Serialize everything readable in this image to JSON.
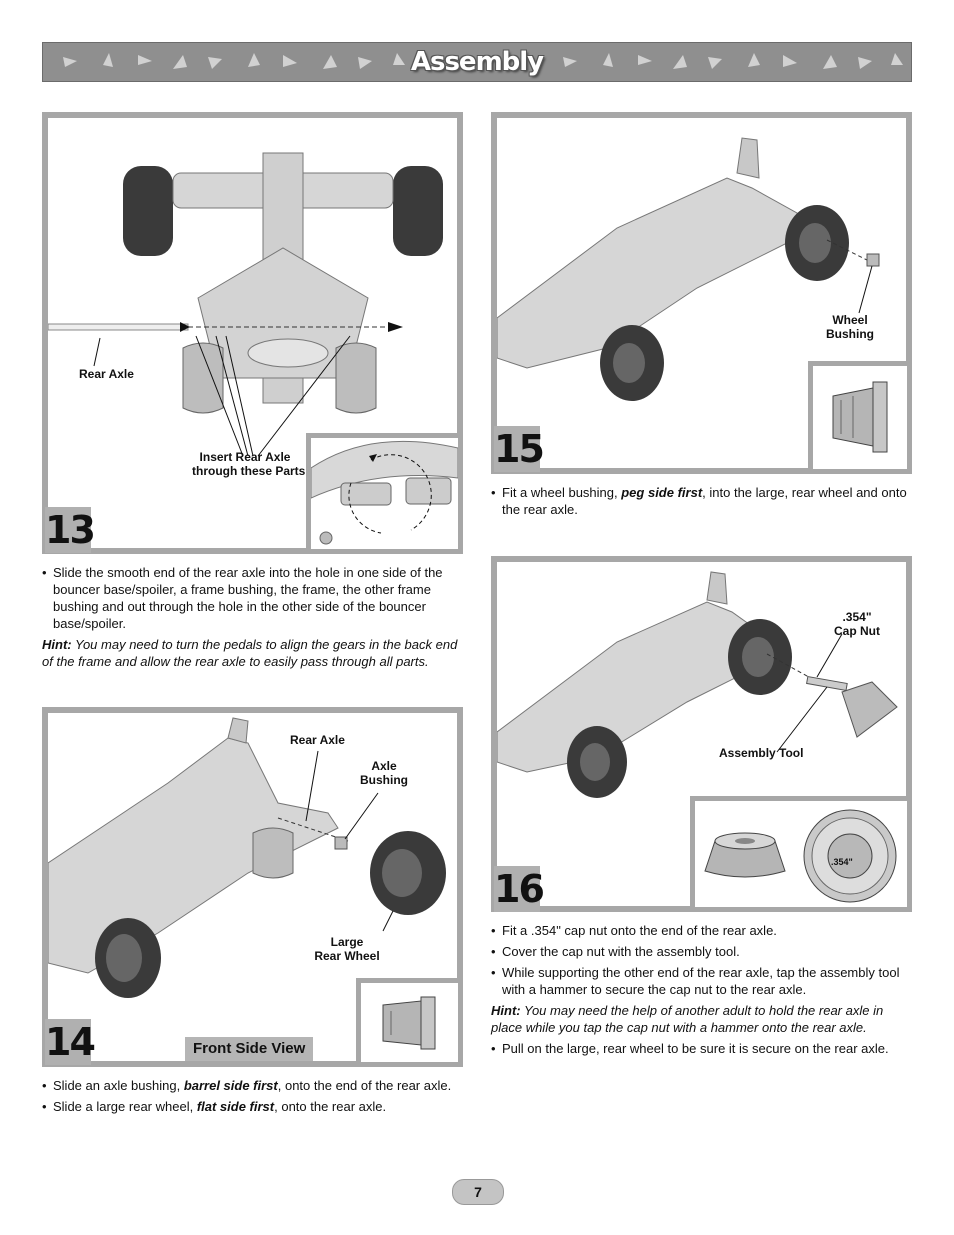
{
  "header": {
    "title": "Assembly"
  },
  "step13": {
    "number": "13",
    "labels": {
      "rear_axle": "Rear Axle",
      "insert_1": "Insert Rear Axle",
      "insert_2": "through these Parts"
    },
    "bullets": [
      "Slide the smooth end of the rear axle into the hole in one side of the bouncer base/spoiler, a frame bushing, the frame, the other frame bushing and out through the hole in the other side of the bouncer base/spoiler."
    ],
    "hint_label": "Hint:",
    "hint_text": "You may need to turn the pedals to align the gears in the back end of the frame and allow the rear axle to easily pass through all parts."
  },
  "step14": {
    "number": "14",
    "labels": {
      "rear_axle": "Rear Axle",
      "axle_bushing_1": "Axle",
      "axle_bushing_2": "Bushing",
      "large_wheel_1": "Large",
      "large_wheel_2": "Rear Wheel",
      "front_side_view": "Front Side View"
    },
    "bullet1": {
      "pre": "Slide an axle bushing, ",
      "emph": "barrel side first",
      "post": ", onto the end of the rear axle."
    },
    "bullet2": {
      "pre": "Slide a large rear wheel, ",
      "emph": "flat side first",
      "post": ", onto the rear axle."
    }
  },
  "step15": {
    "number": "15",
    "labels": {
      "wheel_bushing_1": "Wheel",
      "wheel_bushing_2": "Bushing"
    },
    "bullet1": {
      "pre": "Fit a wheel bushing, ",
      "emph": "peg side first",
      "post": ", into the large, rear wheel and onto the rear axle."
    }
  },
  "step16": {
    "number": "16",
    "labels": {
      "cap_nut_1": ".354\"",
      "cap_nut_2": "Cap Nut",
      "assembly_tool": "Assembly Tool",
      "cap_size": ".354\""
    },
    "bullets": [
      "Fit a .354\" cap nut onto the end of the rear axle.",
      "Cover the cap nut with the assembly tool.",
      "While supporting the other end of the rear axle, tap the assembly tool with a hammer to secure the cap nut to the rear axle."
    ],
    "hint_label": "Hint:",
    "hint_text": "You may need the help of another adult to hold the rear axle in place while you tap the cap nut with a hammer onto the rear axle.",
    "last_bullet": "Pull on the large, rear wheel to be sure it is secure on the rear axle."
  },
  "page_number": "7"
}
